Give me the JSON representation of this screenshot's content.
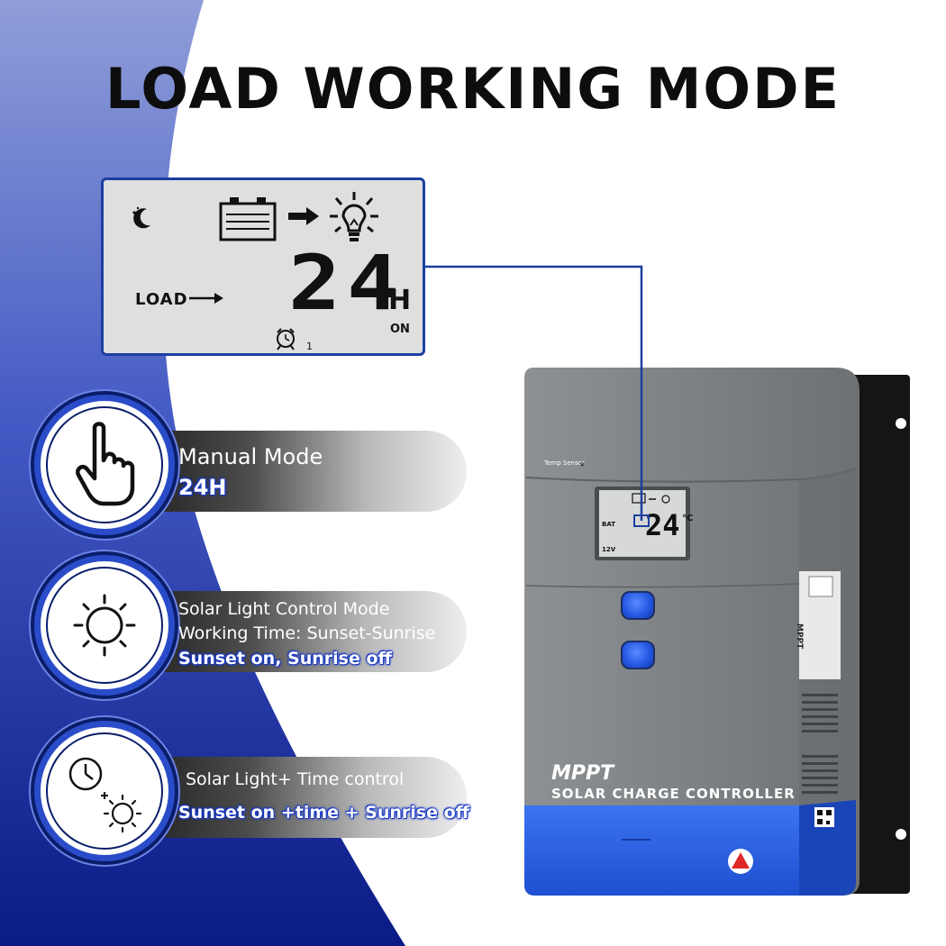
{
  "title": "LOAD WORKING MODE",
  "lcd_display": {
    "load_label": "LOAD",
    "hours_value": "24",
    "hours_unit": "H",
    "state": "ON",
    "timer_number": "1"
  },
  "modes": [
    {
      "icon": "hand-pointer-icon",
      "title": "Manual Mode",
      "detail": "24H"
    },
    {
      "icon": "sun-icon",
      "title": "Solar Light Control Mode",
      "line2": "Working Time: Sunset-Sunrise",
      "detail": "Sunset on, Sunrise off"
    },
    {
      "icon": "clock-plus-sun-icon",
      "title": "Solar Light+ Time control",
      "detail": "Sunset on +time + Sunrise off"
    }
  ],
  "device": {
    "brand": "MPPT",
    "product": "SOLAR CHARGE CONTROLLER",
    "temp_sensor": "Temp Sensor",
    "screen_bat": "BAT",
    "screen_voltage": "12V",
    "screen_value": "24",
    "screen_unit": "°C",
    "side_label": "MPPT"
  },
  "colors": {
    "accent_blue": "#1c3fa0",
    "highlight_blue": "#1737c4",
    "device_gray": "#7e8284",
    "device_blue": "#2a63e6"
  }
}
